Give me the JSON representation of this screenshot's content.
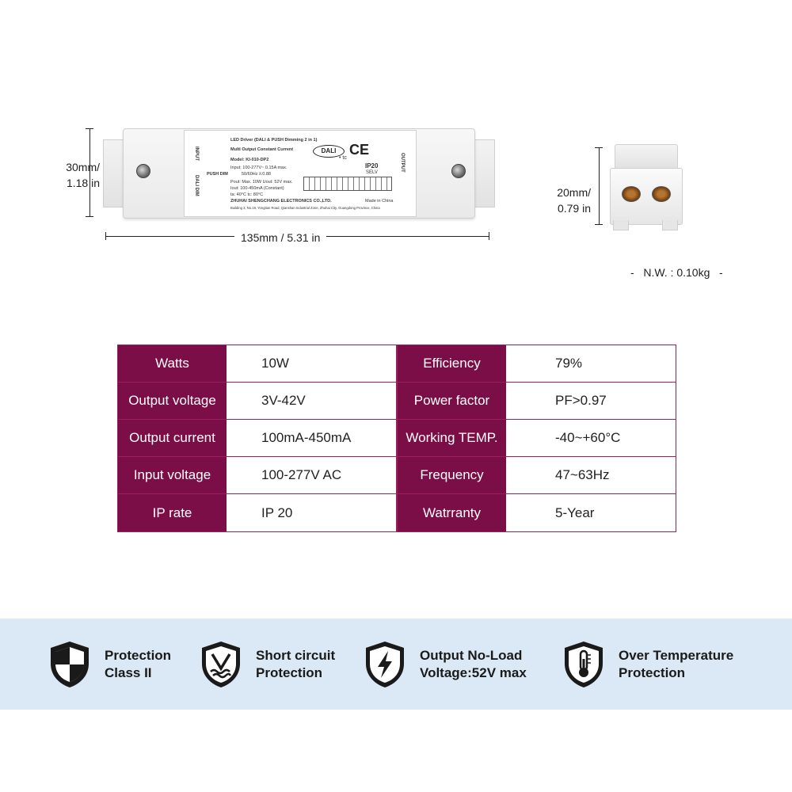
{
  "product": {
    "height_dim": {
      "mm": "30mm/",
      "in": "1.18 in"
    },
    "length_dim": "135mm / 5.31 in",
    "depth_dim": {
      "mm": "20mm/",
      "in": "0.79 in"
    },
    "net_weight": "-   N.W. : 0.10kg   -",
    "label": {
      "title": "LED Driver (DALI & PUSH Dimming 2 in 1)",
      "subtitle": "Multi Output Constant Current",
      "model": "Model: KI-010-DP2",
      "input": "Input: 100-277V~ 0.15A max.",
      "freq": "50/60Hz λ:0.88",
      "pout": "Pout: Max. 10W  Uout: 52V max.",
      "iout": "Iout: 100-450mA (Constant)",
      "temps": "ta: 40°C    tc: 80°C",
      "company": "ZHUHAI SHENGCHANG ELECTRONICS CO.,LTD.",
      "made_in": "Made in China",
      "address": "Building 3, No.19, Yongtian Road, Qianshan Industrial Zone, Zhuhai City, Guangdong Province, China",
      "ip": "IP20",
      "selv": "SELV",
      "dali": "DALI",
      "ce": "CE",
      "input_side": "INPUT",
      "output_side": "OUTPUT",
      "push_dim": "PUSH DIM",
      "dali_dim": "DALI DIM",
      "tc_mark": "• tc"
    }
  },
  "specs": {
    "left": [
      {
        "key": "Watts",
        "value": "10W"
      },
      {
        "key": "Output voltage",
        "value": "3V-42V"
      },
      {
        "key": "Output current",
        "value": "100mA-450mA"
      },
      {
        "key": "Input voltage",
        "value": "100-277V AC"
      },
      {
        "key": "IP rate",
        "value": "IP 20"
      }
    ],
    "right": [
      {
        "key": "Efficiency",
        "value": "79%"
      },
      {
        "key": "Power factor",
        "value": "PF>0.97"
      },
      {
        "key": "Working TEMP.",
        "value": "-40~+60°C"
      },
      {
        "key": "Frequency",
        "value": "47~63Hz"
      },
      {
        "key": "Watrranty",
        "value": "5-Year"
      }
    ]
  },
  "features": [
    {
      "icon": "protection-class-ii-shield-icon",
      "line1": "Protection",
      "line2": "Class II"
    },
    {
      "icon": "short-circuit-shield-icon",
      "line1": "Short circuit",
      "line2": "Protection"
    },
    {
      "icon": "lightning-shield-icon",
      "line1": "Output No-Load",
      "line2": "Voltage:52V max"
    },
    {
      "icon": "thermometer-shield-icon",
      "line1": "Over Temperature",
      "line2": "Protection"
    }
  ],
  "colors": {
    "spec_key_bg": "#7b0e47",
    "spec_border": "#9b1f5d",
    "feature_band": "#dbe9f6"
  }
}
